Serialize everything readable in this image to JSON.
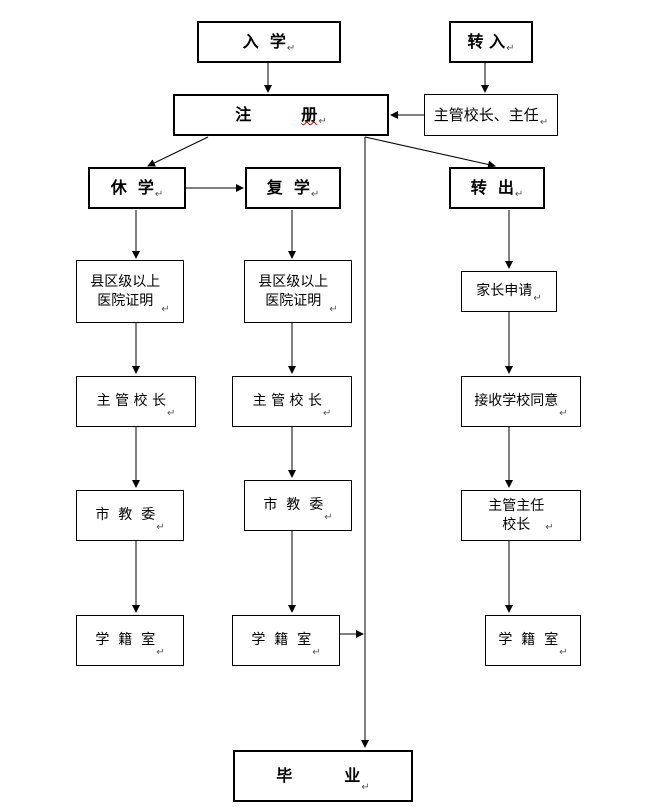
{
  "nodes": {
    "ruxue": "入  学",
    "zhuanru": "转 入",
    "zhuguan_zhuren": "主管校长、主任",
    "zhuce_a": "注",
    "zhuce_b": "册",
    "xiuxue": "休  学",
    "fuxue": "复  学",
    "zhuanchu": "转  出",
    "xiu_hospital": "县区级以上\n医院证明",
    "fu_hospital": "县区级以上\n医院证明",
    "jiazhang": "家长申请",
    "xiu_zhuguan": "主 管 校 长",
    "fu_zhuguan": "主 管 校 长",
    "jieshou": "接收学校同意",
    "xiu_shijiaowei": "市  教  委",
    "fu_shijiaowei": "市  教  委",
    "zhuguan_zhuren_xiaozhang": "主管主任\n校长",
    "xiu_xuejishi": "学  籍  室",
    "fu_xuejishi": "学  籍  室",
    "chu_xuejishi": "学  籍  室",
    "biye_a": "毕",
    "biye_b": "业"
  },
  "paragraph_mark": "↵",
  "colors": {
    "line": "#000000",
    "background": "#ffffff",
    "mark": "#555555"
  }
}
